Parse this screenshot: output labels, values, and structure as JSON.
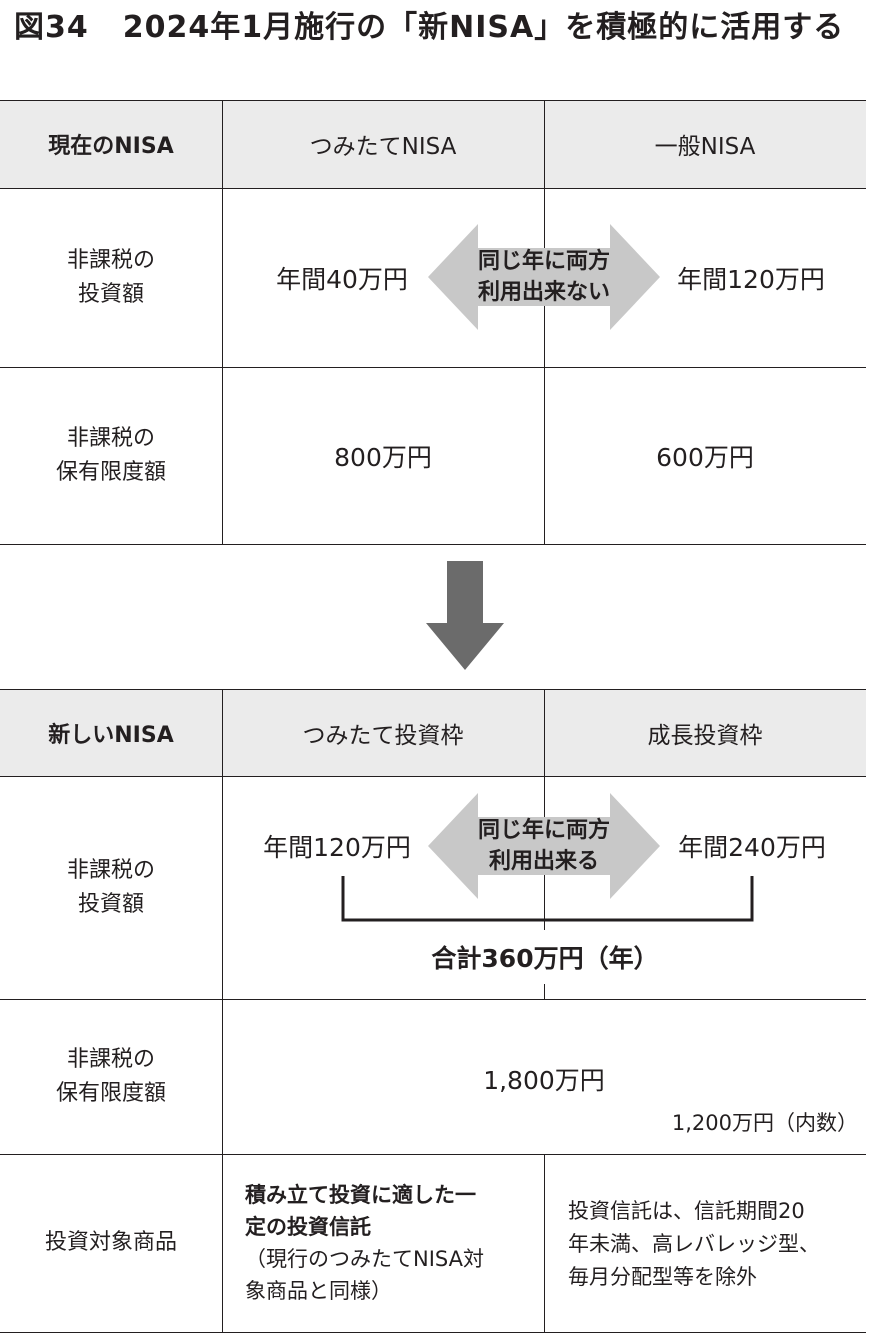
{
  "title": {
    "figure_no": "図34",
    "text": "2024年1月施行の「新NISA」を積極的に活用する"
  },
  "current": {
    "header": {
      "label": "現在のNISA",
      "col1": "つみたてNISA",
      "col2": "一般NISA"
    },
    "row1": {
      "label_line1": "非課税の",
      "label_line2": "投資額",
      "col1": "年間40万円",
      "col2": "年間120万円",
      "arrow_line1": "同じ年に両方",
      "arrow_line2": "利用出来ない"
    },
    "row2": {
      "label_line1": "非課税の",
      "label_line2": "保有限度額",
      "col1": "800万円",
      "col2": "600万円"
    }
  },
  "new": {
    "header": {
      "label": "新しいNISA",
      "col1": "つみたて投資枠",
      "col2": "成長投資枠"
    },
    "row1": {
      "label_line1": "非課税の",
      "label_line2": "投資額",
      "col1": "年間120万円",
      "col2": "年間240万円",
      "arrow_line1": "同じ年に両方",
      "arrow_line2": "利用出来る",
      "total": "合計360万円（年）"
    },
    "row2": {
      "label_line1": "非課税の",
      "label_line2": "保有限度額",
      "value": "1,800万円",
      "sub_value": "1,200万円（内数）"
    },
    "row3": {
      "label": "投資対象商品",
      "col1_line1": "積み立て投資に適した一",
      "col1_line2": "定の投資信託",
      "col1_line3": "（現行のつみたてNISA対",
      "col1_line4": "象商品と同様）",
      "col2_line1": "投資信託は、信託期間20",
      "col2_line2": "年未満、高レバレッジ型、",
      "col2_line3": "毎月分配型等を除外"
    }
  },
  "colors": {
    "header_bg": "#ebebeb",
    "double_arrow": "#c8c8c8",
    "down_arrow": "#6b6b6b",
    "line": "#231f20"
  },
  "icons": {
    "double_arrow": "double-headed-arrow",
    "down_arrow": "down-arrow"
  }
}
